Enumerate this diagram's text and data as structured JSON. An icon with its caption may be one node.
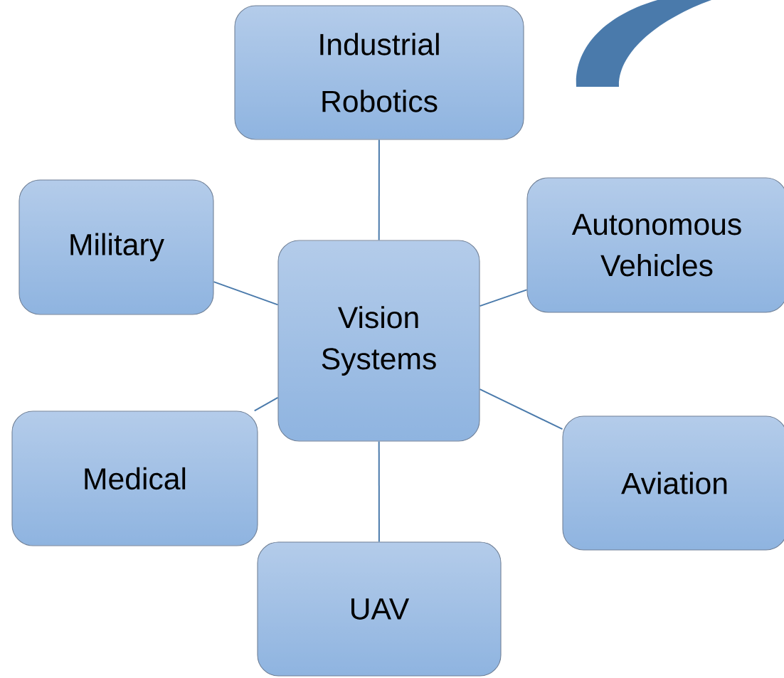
{
  "diagram": {
    "nodes": [
      {
        "text": [
          "Industrial Robotics"
        ]
      },
      {
        "text": [
          "Military"
        ]
      },
      {
        "text": [
          "Autonomous Vehicles"
        ]
      },
      {
        "text": [
          "Vision Systems"
        ]
      },
      {
        "text": [
          "Medical"
        ]
      },
      {
        "text": [
          "Aviation"
        ]
      },
      {
        "text": [
          "UAV"
        ]
      }
    ],
    "edges": [
      {
        "from": 3,
        "to": 0,
        "arrow": "none"
      },
      {
        "from": 3,
        "to": 1,
        "arrow": "none"
      },
      {
        "from": 3,
        "to": 2,
        "arrow": "none"
      },
      {
        "from": 3,
        "to": 4,
        "arrow": "none"
      },
      {
        "from": 3,
        "to": 5,
        "arrow": "none"
      },
      {
        "from": 3,
        "to": 6,
        "arrow": "none"
      }
    ]
  }
}
